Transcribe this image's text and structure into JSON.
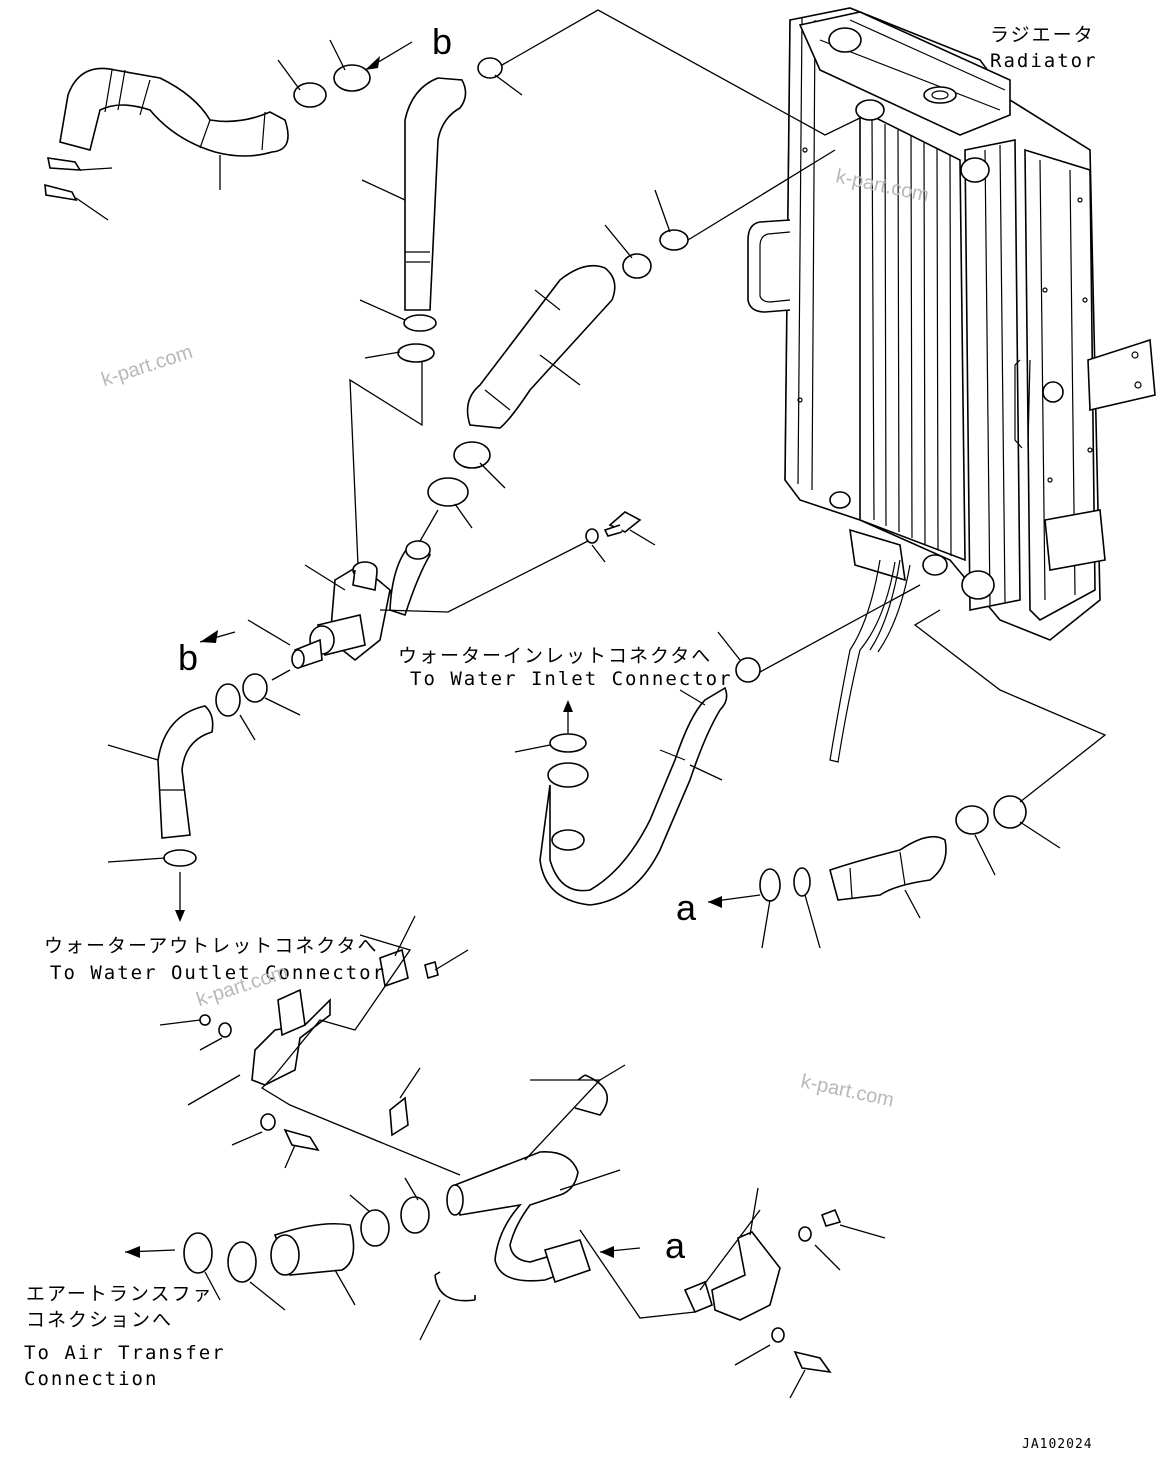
{
  "radiator": {
    "label_jp": "ラジエータ",
    "label_en": "Radiator"
  },
  "callouts": {
    "water_inlet_jp": "ウォーターインレットコネクタへ",
    "water_inlet_en": "To Water Inlet Connector",
    "water_outlet_jp": "ウォーターアウトレットコネクタへ",
    "water_outlet_en": "To Water Outlet Connector",
    "air_transfer_jp_1": "エアートランスファ",
    "air_transfer_jp_2": "コネクションへ",
    "air_transfer_en_1": "To Air Transfer",
    "air_transfer_en_2": "Connection"
  },
  "ref_letters": {
    "b_top": "b",
    "b_left": "b",
    "a_right": "a",
    "a_bottom": "a"
  },
  "watermarks": [
    "k-part.com",
    "k-part.com",
    "k-part.com",
    "k-part.com"
  ],
  "drawing_code": "JA102024"
}
